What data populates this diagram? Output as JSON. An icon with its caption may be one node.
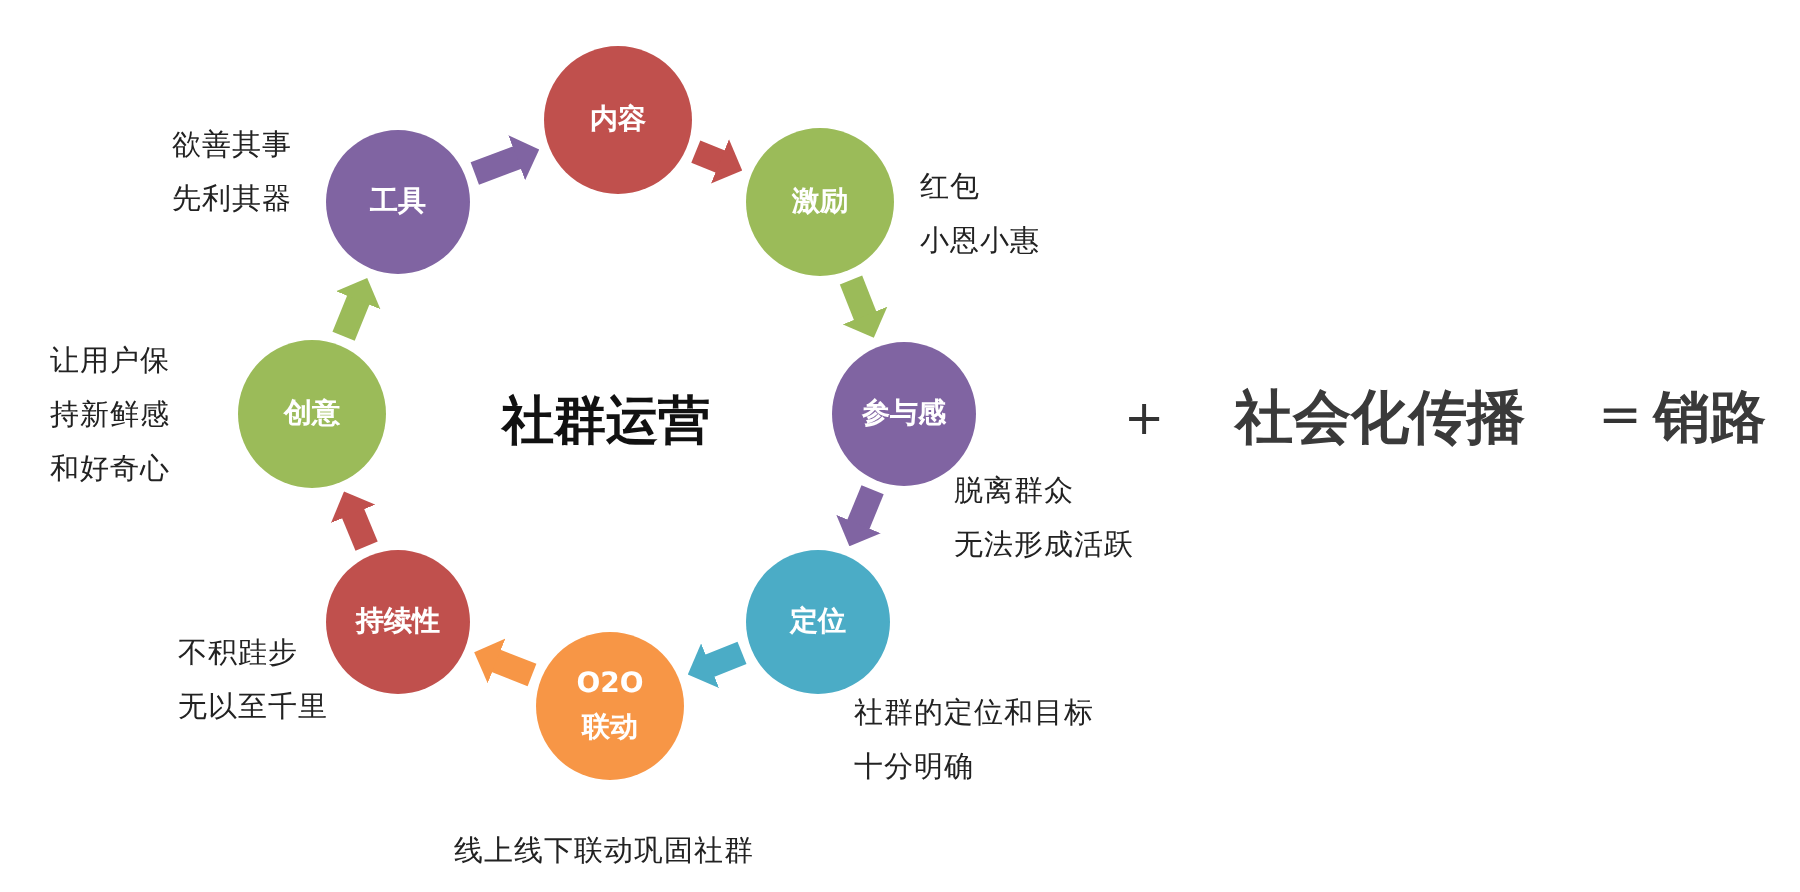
{
  "diagram": {
    "nodes": [
      {
        "text": [
          "内容"
        ]
      },
      {
        "text": [
          "激励"
        ],
        "beside": [
          "红包",
          "小恩小惠"
        ]
      },
      {
        "text": [
          "参与感"
        ],
        "beside": [
          "脱离群众",
          "无法形成活跃"
        ]
      },
      {
        "text": [
          "定位"
        ],
        "beside": [
          "社群的定位和目标十分明确"
        ]
      },
      {
        "text": [
          "O2O 联动"
        ],
        "beside": [
          "线上线下联动巩固社群"
        ]
      },
      {
        "text": [
          "持续性"
        ],
        "beside": [
          "不积跬步",
          "无以至千里"
        ]
      },
      {
        "text": [
          "创意"
        ],
        "beside": [
          "让用户保持新鲜感和好奇心"
        ]
      },
      {
        "text": [
          "工具"
        ],
        "beside": [
          "欲善其事",
          "先利其器"
        ]
      }
    ],
    "edges": [
      {
        "from": 0,
        "to": 1,
        "arrow": "to",
        "color": "#c0504d"
      },
      {
        "from": 1,
        "to": 2,
        "arrow": "to",
        "color": "#9bbb59"
      },
      {
        "from": 2,
        "to": 3,
        "arrow": "to",
        "color": "#8064a2"
      },
      {
        "from": 3,
        "to": 4,
        "arrow": "to",
        "color": "#4bacc6"
      },
      {
        "from": 4,
        "to": 5,
        "arrow": "to",
        "color": "#f79646"
      },
      {
        "from": 5,
        "to": 6,
        "arrow": "to",
        "color": "#c0504d"
      },
      {
        "from": 6,
        "to": 7,
        "arrow": "to",
        "color": "#9bbb59"
      },
      {
        "from": 7,
        "to": 0,
        "arrow": "to",
        "color": "#8064a2"
      }
    ],
    "labels": [
      "社群运营",
      "+",
      "社会化传播",
      "=",
      "销路"
    ]
  }
}
